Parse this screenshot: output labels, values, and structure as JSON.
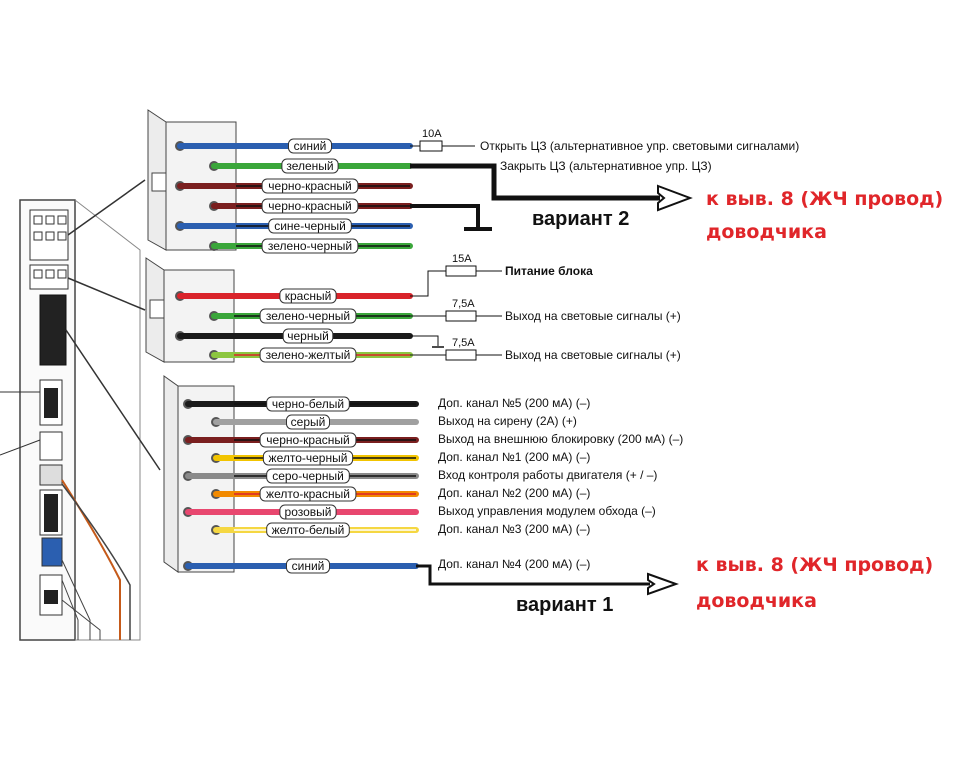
{
  "block1": {
    "wires": [
      {
        "label": "синий",
        "desc": "Открыть ЦЗ (альтернативное упр. световыми сигналами)",
        "color": "#2b5fb0",
        "fuse": "10A"
      },
      {
        "label": "зеленый",
        "desc": "Закрыть ЦЗ (альтернативное упр. ЦЗ)",
        "color": "#3aa63a"
      },
      {
        "label": "черно-красный",
        "desc": "",
        "color": "#7a1f1f"
      },
      {
        "label": "черно-красный",
        "desc": "",
        "color": "#7a1f1f"
      },
      {
        "label": "сине-черный",
        "desc": "",
        "color": "#2b5fb0"
      },
      {
        "label": "зелено-черный",
        "desc": "",
        "color": "#3aa63a"
      }
    ]
  },
  "block2": {
    "wires": [
      {
        "label": "красный",
        "desc": "Питание блока",
        "color": "#d9232a",
        "fuse": "15A"
      },
      {
        "label": "зелено-черный",
        "desc": "Выход на световые сигналы (+)",
        "color": "#3aa63a",
        "fuse": "7,5A"
      },
      {
        "label": "черный",
        "desc": "",
        "color": "#1a1a1a"
      },
      {
        "label": "зелено-желтый",
        "desc": "Выход на световые сигналы (+)",
        "color": "#8cc63f",
        "fuse": "7,5A"
      }
    ]
  },
  "block3": {
    "wires": [
      {
        "label": "черно-белый",
        "desc": "Доп. канал №5 (200 мА) (–)",
        "color": "#1a1a1a"
      },
      {
        "label": "серый",
        "desc": "Выход на сирену (2А) (+)",
        "color": "#a0a0a0"
      },
      {
        "label": "черно-красный",
        "desc": "Выход на  внешнюю блокировку (200 мА) (–)",
        "color": "#7a1f1f"
      },
      {
        "label": "желто-черный",
        "desc": "Доп. канал №1  (200 мА) (–)",
        "color": "#f2c400"
      },
      {
        "label": "серо-черный",
        "desc": "Вход контроля работы двигателя (+ / –)",
        "color": "#8a8a8a"
      },
      {
        "label": "желто-красный",
        "desc": "Доп. канал №2 (200 мА) (–)",
        "color": "#f28a00"
      },
      {
        "label": "розовый",
        "desc": "Выход управления модулем обхода (–)",
        "color": "#e8476f"
      },
      {
        "label": "желто-белый",
        "desc": "Доп. канал №3 (200 мА) (–)",
        "color": "#f5d742"
      },
      {
        "label": "синий",
        "desc": "Доп. канал №4 (200 мА) (–)",
        "color": "#2b5fb0"
      }
    ]
  },
  "variants": {
    "v2": "вариант 2",
    "v1": "вариант 1",
    "note_line1": "к выв. 8 (ЖЧ провод)",
    "note_line2": "доводчика"
  }
}
